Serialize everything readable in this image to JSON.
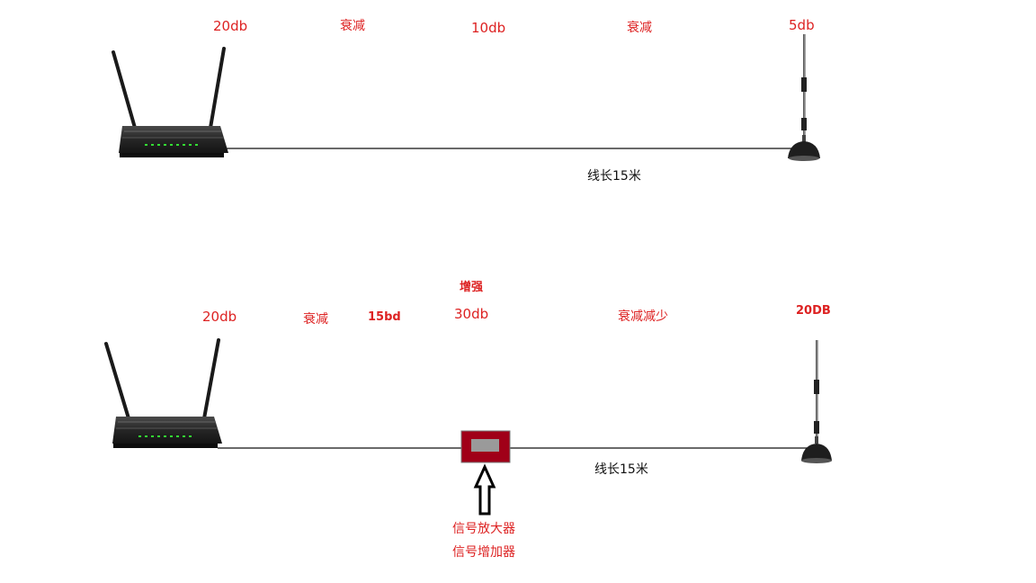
{
  "colors": {
    "label": "#dd2222",
    "cable": "#111111",
    "amplifier_body": "#a00018",
    "amplifier_window": "#9a9a9a",
    "router_led": "#33dd33"
  },
  "icons": [
    "router-icon",
    "antenna-icon",
    "amplifier-icon",
    "up-arrow-icon"
  ],
  "top": {
    "router_level": "20db",
    "loss_1": "衰减",
    "mid_level": "10db",
    "loss_2": "衰减",
    "antenna_level": "5db",
    "cable_length": "线长15米"
  },
  "bottom": {
    "router_level": "20db",
    "loss_1": "衰减",
    "pre_amp_level": "15bd",
    "boost": "增强",
    "amp_level": "30db",
    "loss_reduced": "衰减减少",
    "antenna_level": "20DB",
    "cable_length": "线长15米",
    "amp_label_1": "信号放大器",
    "amp_label_2": "信号增加器"
  }
}
